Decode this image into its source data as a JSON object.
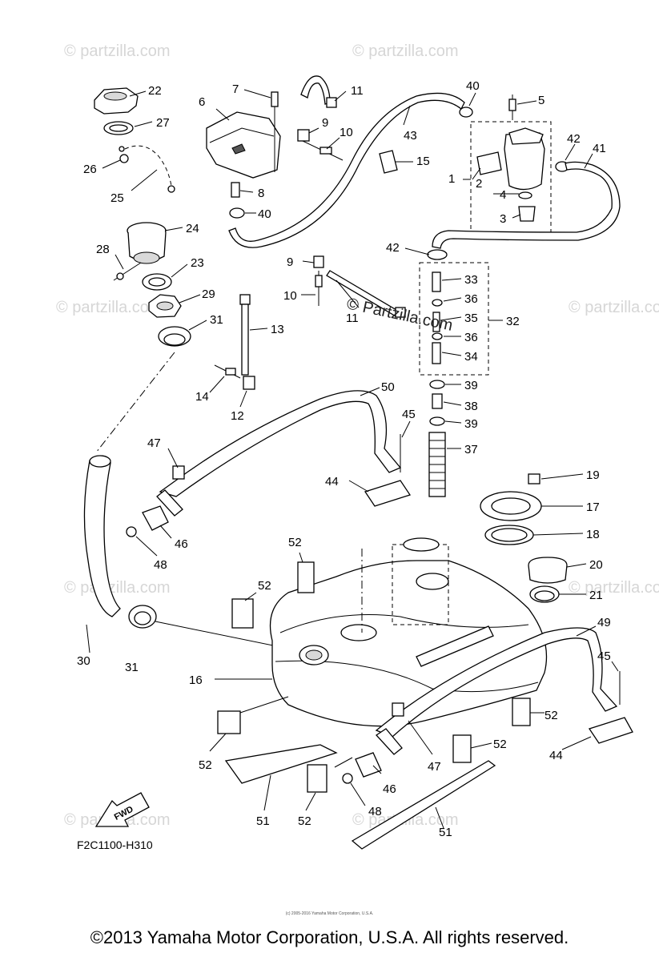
{
  "diagram": {
    "drawing_code": "F2C1100-H310",
    "fwd_label": "FWD",
    "watermark": "© Partzilla.com",
    "watermark_faint": "© partzilla.com",
    "callouts": [
      "1",
      "2",
      "3",
      "4",
      "5",
      "6",
      "7",
      "8",
      "9",
      "10",
      "11",
      "12",
      "13",
      "14",
      "15",
      "16",
      "17",
      "18",
      "19",
      "20",
      "21",
      "22",
      "23",
      "24",
      "25",
      "26",
      "27",
      "28",
      "29",
      "30",
      "31",
      "32",
      "33",
      "34",
      "35",
      "36",
      "37",
      "38",
      "39",
      "40",
      "41",
      "42",
      "43",
      "44",
      "45",
      "46",
      "47",
      "48",
      "49",
      "50",
      "51",
      "52"
    ]
  },
  "footer": {
    "copyright": "©2013 Yamaha Motor Corporation, U.S.A. All rights reserved.",
    "small_copyright": "(c) 2005-2016 Yamaha Motor Corporation, U.S.A."
  }
}
